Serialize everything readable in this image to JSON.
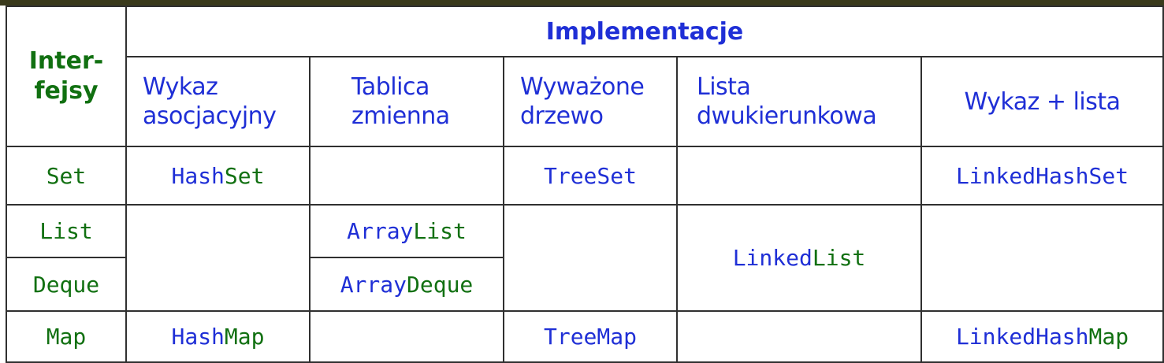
{
  "header": {
    "interfaces_line1": "Inter-",
    "interfaces_line2": "fejsy",
    "implementations": "Implementacje"
  },
  "columns": [
    {
      "line1": "Wykaz",
      "line2": "asocjacyjny"
    },
    {
      "line1": "Tablica",
      "line2": "zmienna"
    },
    {
      "line1": "Wyważone",
      "line2": "drzewo"
    },
    {
      "line1": "Lista",
      "line2": "dwukierunkowa"
    },
    {
      "line1": "Wykaz + lista"
    }
  ],
  "interfaces": [
    "Set",
    "List",
    "Deque",
    "Map"
  ],
  "implementations": {
    "hashset": {
      "prefix": "Hash",
      "suffix": "Set"
    },
    "treeset": {
      "prefix": "Tree",
      "suffix": "Set"
    },
    "linkedhashset": {
      "prefix": "LinkedHash",
      "suffix": "Set"
    },
    "arraylist": {
      "prefix": "Array",
      "suffix": "List"
    },
    "linkedlist": {
      "prefix": "Linked",
      "suffix": "List"
    },
    "arraydeque": {
      "prefix": "Array",
      "suffix": "Deque"
    },
    "hashmap": {
      "prefix": "Hash",
      "suffix": "Map"
    },
    "treemap": {
      "prefix": "Tree",
      "suffix": "Map"
    },
    "linkedhashmap": {
      "prefix": "LinkedHash",
      "suffix": "Map"
    }
  },
  "colors": {
    "interface": "#117011",
    "implementation": "#1f2fd6",
    "border": "#303030"
  }
}
